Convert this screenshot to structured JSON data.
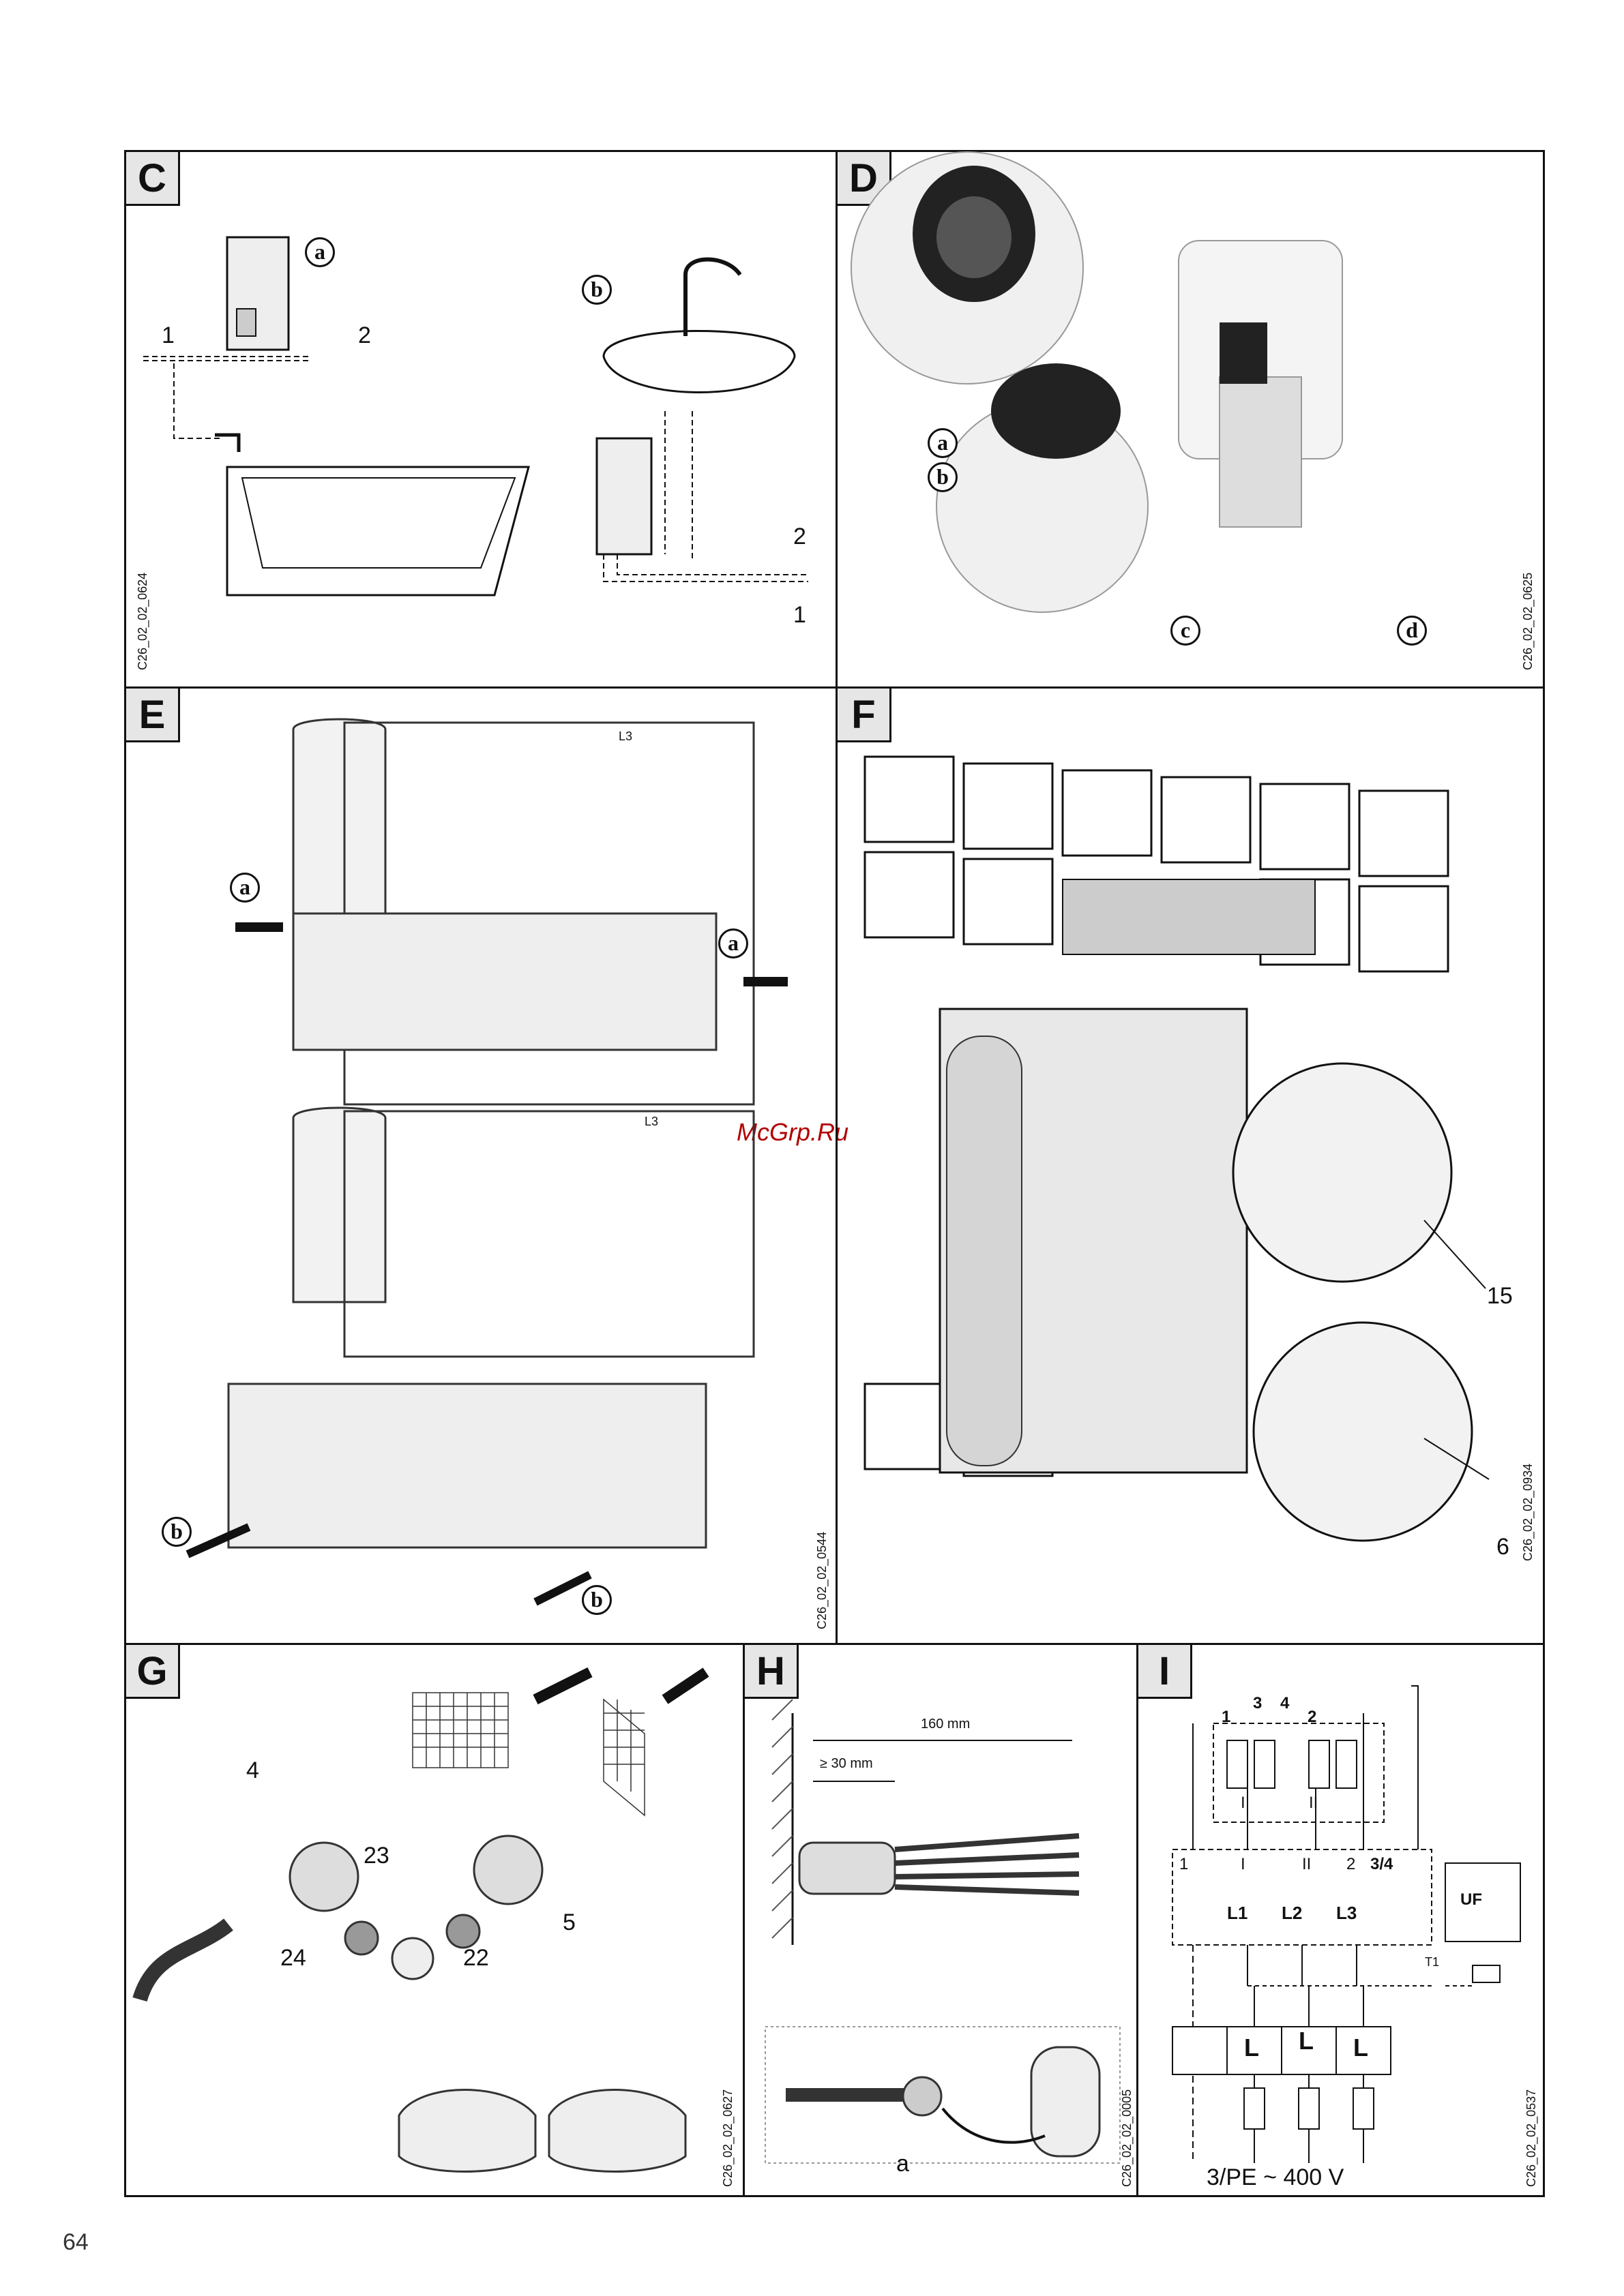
{
  "watermark": "McGrp.Ru",
  "page_number": "64",
  "panels": {
    "C": {
      "letter": "C",
      "code": "C26_02_02_0624",
      "a": "a",
      "b": "b",
      "n1": "1",
      "n2": "2",
      "n2b": "2",
      "n1b": "1"
    },
    "D": {
      "letter": "D",
      "code": "C26_02_02_0625",
      "a": "a",
      "b": "b",
      "c": "c",
      "d": "d"
    },
    "E": {
      "letter": "E",
      "code": "C26_02_02_0544",
      "a": "a",
      "a2": "a",
      "b": "b",
      "b2": "b",
      "mark1": "L3",
      "mark2": "L3"
    },
    "F": {
      "letter": "F",
      "code": "C26_02_02_0934",
      "n15": "15",
      "n6": "6"
    },
    "G": {
      "letter": "G",
      "code": "C26_02_02_0627",
      "n4": "4",
      "n23": "23",
      "n24": "24",
      "n22": "22",
      "n5": "5"
    },
    "H": {
      "letter": "H",
      "code": "C26_02_02_0005",
      "dim160": "160 mm",
      "dim30": "≥ 30 mm",
      "a": "a"
    },
    "I": {
      "letter": "I",
      "code": "C26_02_02_0537",
      "top3": "3",
      "top4": "4",
      "top1": "1",
      "top2": "2",
      "mid1": "1",
      "midI": "I",
      "midII": "II",
      "mid2": "2",
      "mid34": "3/4",
      "botI": "I",
      "botII": "II",
      "L1": "L1",
      "L2": "L2",
      "L3": "L3",
      "bL1": "L",
      "bL2": "L",
      "bL3": "L",
      "uf": "UF",
      "t1": "T1",
      "supply": "3/PE ~ 400 V"
    }
  }
}
